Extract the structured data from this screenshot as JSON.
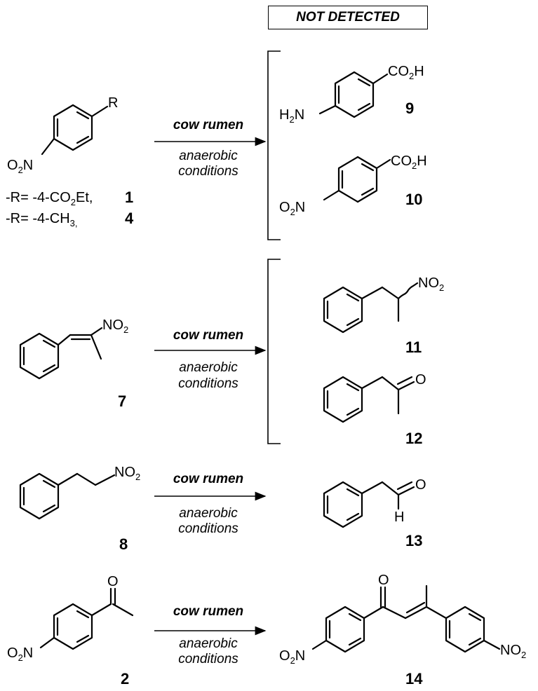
{
  "header": {
    "not_detected": "NOT DETECTED"
  },
  "conditions": {
    "reagent": "cow rumen",
    "line1": "anaerobic",
    "line2": "conditions"
  },
  "reaction1": {
    "r_label": "R",
    "nitro_label": "O",
    "nitro_sub": "2",
    "nitro_n": "N",
    "sub_line1": {
      "prefix": "-R= -4-CO",
      "sub": "2",
      "suffix": "Et,",
      "num": "1"
    },
    "sub_line2": {
      "prefix": "-R= -4-CH",
      "sub": "3,",
      "num": "4"
    },
    "product9": {
      "acid": "CO",
      "acid_sub": "2",
      "acid_end": "H",
      "amine": "H",
      "amine_sub": "2",
      "amine_end": "N",
      "num": "9"
    },
    "product10": {
      "acid": "CO",
      "acid_sub": "2",
      "acid_end": "H",
      "nitro": "O",
      "nitro_sub": "2",
      "nitro_end": "N",
      "num": "10"
    }
  },
  "reaction2": {
    "start": {
      "no2": "NO",
      "no2_sub": "2",
      "num": "7"
    },
    "product11": {
      "no2": "NO",
      "no2_sub": "2",
      "num": "11"
    },
    "product12": {
      "o": "O",
      "num": "12"
    }
  },
  "reaction3": {
    "start": {
      "no2": "NO",
      "no2_sub": "2",
      "num": "8"
    },
    "product13": {
      "o": "O",
      "h": "H",
      "num": "13"
    }
  },
  "reaction4": {
    "start": {
      "o": "O",
      "nitro": "O",
      "nitro_sub": "2",
      "nitro_end": "N",
      "num": "2"
    },
    "product14": {
      "o": "O",
      "nitro_l": "O",
      "nitro_l_sub": "2",
      "nitro_l_end": "N",
      "nitro_r": "NO",
      "nitro_r_sub": "2",
      "num": "14"
    }
  }
}
